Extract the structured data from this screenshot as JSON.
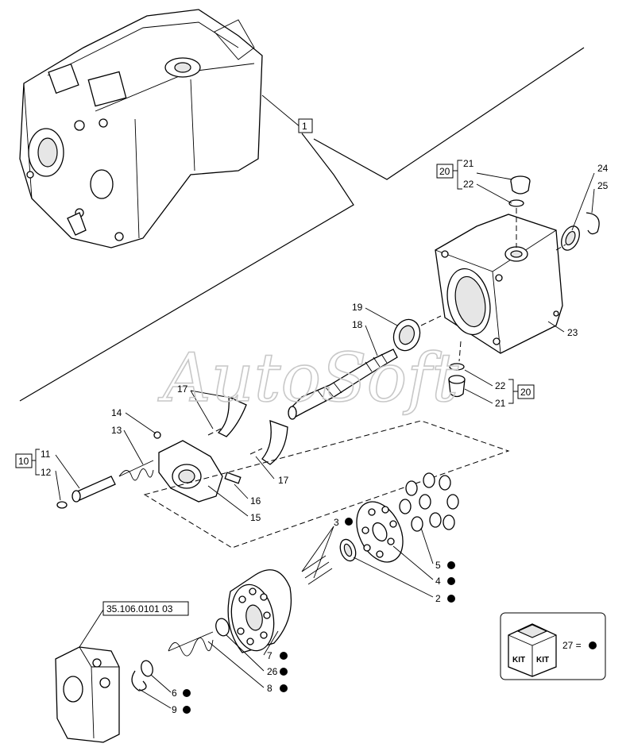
{
  "watermark": "AutoSoft",
  "reference_label": "35.106.0101 03",
  "kit_legend": {
    "icon_text_1": "KIT",
    "icon_text_2": "KIT",
    "text": "27 ="
  },
  "group_boxes": {
    "main": "1",
    "top_right": "20",
    "mid_right": "20",
    "left": "10"
  },
  "callouts": {
    "c2": "2",
    "c3": "3",
    "c4": "4",
    "c5": "5",
    "c6": "6",
    "c7": "7",
    "c8": "8",
    "c9": "9",
    "c11": "11",
    "c12": "12",
    "c13": "13",
    "c14": "14",
    "c15": "15",
    "c16": "16",
    "c17a": "17",
    "c17b": "17",
    "c18": "18",
    "c19": "19",
    "c21a": "21",
    "c22a": "22",
    "c21b": "21",
    "c22b": "22",
    "c23": "23",
    "c24": "24",
    "c25": "25",
    "c26": "26"
  }
}
